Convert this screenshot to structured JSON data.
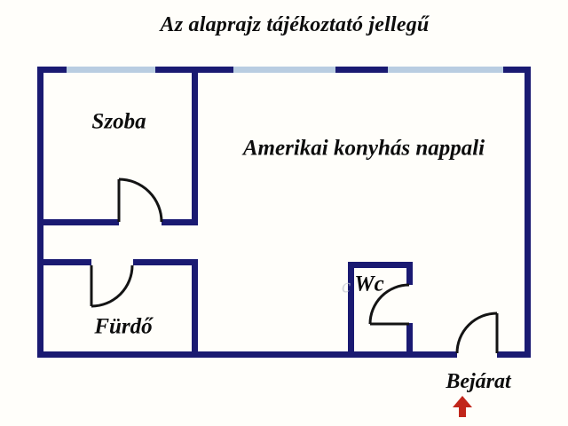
{
  "title": "Az alaprajz tájékoztató jellegű",
  "floorplan": {
    "rooms": [
      {
        "name": "Szoba"
      },
      {
        "name": "Amerikai konyhás nappali"
      },
      {
        "name": "Fürdő"
      },
      {
        "name": "Wc"
      }
    ],
    "entrance_label": "Bejárat",
    "watermark_fragment": "c",
    "icons": {
      "entrance_arrow": "up-arrow"
    }
  },
  "colors": {
    "wall": "#1a1a72",
    "window": "#b9cde1",
    "door": "#141414",
    "arrow": "#c1261b",
    "text": "#0d0d0d"
  }
}
